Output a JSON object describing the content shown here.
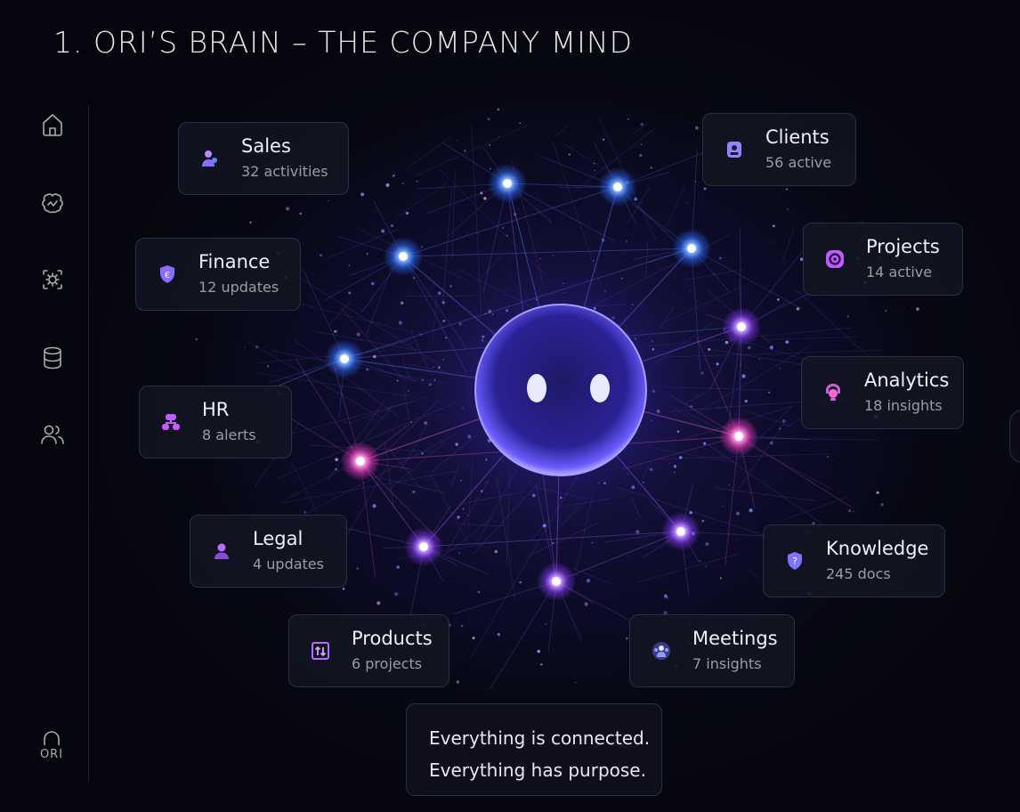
{
  "page": {
    "title": "1.  ORI’S BRAIN – THE COMPANY MIND"
  },
  "sidebar": {
    "items": [
      {
        "name": "home",
        "icon": "home-icon"
      },
      {
        "name": "insights",
        "icon": "brain-icon"
      },
      {
        "name": "settings",
        "icon": "gear-icon"
      },
      {
        "name": "data",
        "icon": "database-icon"
      },
      {
        "name": "team",
        "icon": "users-icon"
      }
    ],
    "logo_text": "ORI"
  },
  "nodes": [
    {
      "id": "sales",
      "title": "Sales",
      "subtitle": "32 activities",
      "icon": "people-icon",
      "color": "#9b7cff"
    },
    {
      "id": "clients",
      "title": "Clients",
      "subtitle": "56 active",
      "icon": "contact-card-icon",
      "color": "#8f86ff"
    },
    {
      "id": "finance",
      "title": "Finance",
      "subtitle": "12 updates",
      "icon": "shield-coin-icon",
      "color": "#8a6cff"
    },
    {
      "id": "projects",
      "title": "Projects",
      "subtitle": "14 active",
      "icon": "target-icon",
      "color": "#c05cff"
    },
    {
      "id": "hr",
      "title": "HR",
      "subtitle": "8 alerts",
      "icon": "org-chart-icon",
      "color": "#c35cff"
    },
    {
      "id": "analytics",
      "title": "Analytics",
      "subtitle": "18 insights",
      "icon": "bulb-icon",
      "color": "#ff6bd6"
    },
    {
      "id": "legal",
      "title": "Legal",
      "subtitle": "4 updates",
      "icon": "person-icon",
      "color": "#b86dff"
    },
    {
      "id": "knowledge",
      "title": "Knowledge",
      "subtitle": "245 docs",
      "icon": "question-shield-icon",
      "color": "#7c74ff"
    },
    {
      "id": "products",
      "title": "Products",
      "subtitle": "6 projects",
      "icon": "box-arrows-icon",
      "color": "#b36cff"
    },
    {
      "id": "meetings",
      "title": "Meetings",
      "subtitle": "7 insights",
      "icon": "group-icon",
      "color": "#7b73ff"
    }
  ],
  "tagline": {
    "line1": "Everything is connected.",
    "line2": "Everything has purpose."
  },
  "colors": {
    "background": "#05060d",
    "hub_blue": "#4f7cff",
    "hub_pink": "#ff5fd0",
    "hub_violet": "#a35bff",
    "card_border": "#2c2e44"
  }
}
